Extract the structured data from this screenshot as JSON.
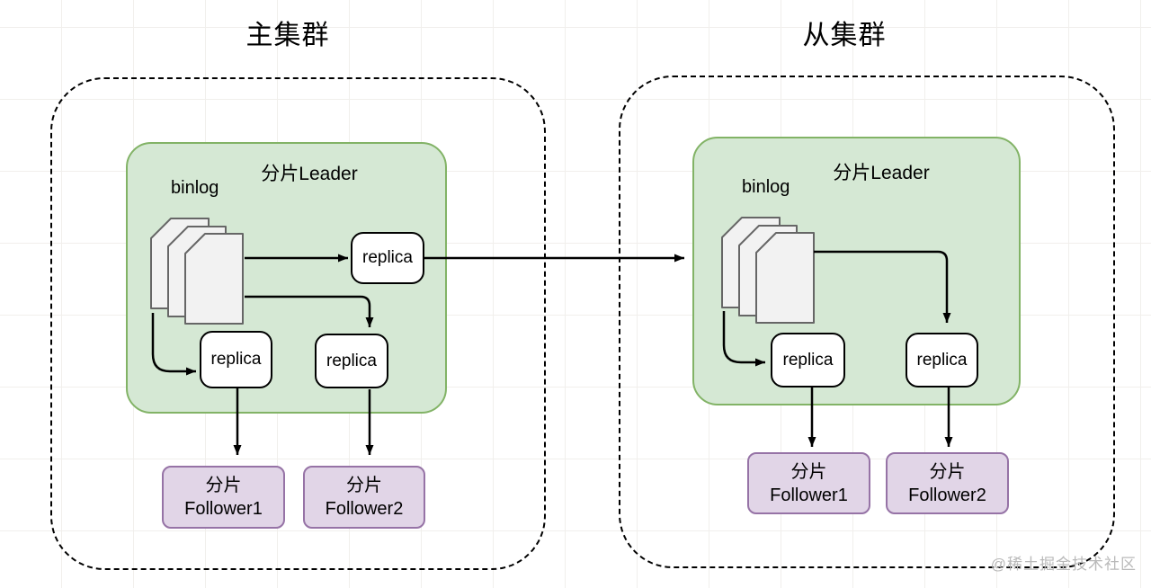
{
  "diagram": {
    "watermark": "@稀土掘金技术社区",
    "colors": {
      "leader_fill": "#d5e8d4",
      "leader_stroke": "#82b366",
      "follower_fill": "#e1d5e7",
      "follower_stroke": "#9673a6",
      "replica_fill": "#ffffff",
      "replica_stroke": "#000000",
      "binlog_doc_fill": "#f2f2f2",
      "binlog_doc_stroke": "#666666",
      "arrow": "#000000",
      "cluster_border": "#000000"
    },
    "clusters": [
      {
        "title": "主集群",
        "leader_label": "分片Leader",
        "binlog_label": "binlog",
        "replicas": [
          "replica",
          "replica",
          "replica"
        ],
        "followers": [
          [
            "分片",
            "Follower1"
          ],
          [
            "分片",
            "Follower2"
          ]
        ]
      },
      {
        "title": "从集群",
        "leader_label": "分片Leader",
        "binlog_label": "binlog",
        "replicas": [
          "replica",
          "replica"
        ],
        "followers": [
          [
            "分片",
            "Follower1"
          ],
          [
            "分片",
            "Follower2"
          ]
        ]
      }
    ]
  }
}
